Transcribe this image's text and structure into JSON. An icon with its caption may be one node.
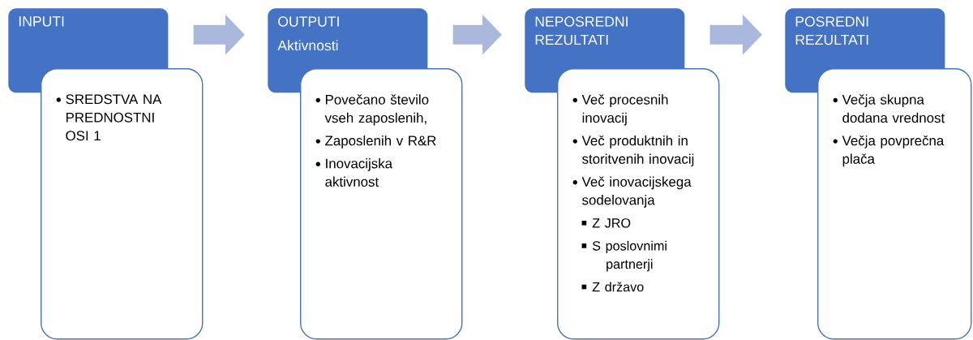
{
  "diagram": {
    "nodes": [
      {
        "text": [
          "INPUTI"
        ]
      },
      {
        "text": [
          "SREDSTVA NA PREDNOSTNI OSI 1"
        ]
      },
      {
        "text": [
          "OUTPUTI",
          "Aktivnosti"
        ]
      },
      {
        "text": [
          "Povečano število vseh zaposlenih,",
          "Zaposlenih v R&R",
          "Inovacijska aktivnost"
        ]
      },
      {
        "text": [
          "NEPOSREDNI REZULTATI"
        ]
      },
      {
        "text": [
          "Več procesnih inovacij",
          "Več produktnih in storitvenih inovacij",
          "Več inovacijskega sodelovanja",
          "Z JRO",
          "S poslovnimi partnerji",
          "Z državo"
        ]
      },
      {
        "text": [
          "POSREDNI REZULTATI"
        ]
      },
      {
        "text": [
          "Večja skupna dodana vrednost",
          "Večja povprečna plača"
        ]
      }
    ],
    "edges": [
      {
        "from": 0,
        "to": 2,
        "arrow": "to"
      },
      {
        "from": 2,
        "to": 4,
        "arrow": "to"
      },
      {
        "from": 4,
        "to": 6,
        "arrow": "to"
      }
    ]
  }
}
